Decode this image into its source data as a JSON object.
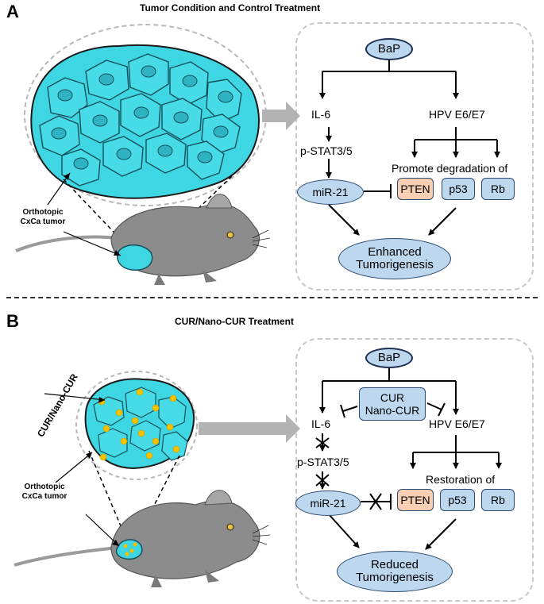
{
  "panel_a": {
    "letter": "A",
    "title": "Tumor Condition and Control Treatment",
    "tumor_label_line1": "Orthotopic",
    "tumor_label_line2": "CxCa tumor",
    "bap": "BaP",
    "il6": "IL-6",
    "hpv": "HPV E6/E7",
    "pstat": "p-STAT3/5",
    "promote": "Promote degradation of",
    "mir21": "miR-21",
    "pten": "PTEN",
    "p53": "p53",
    "rb": "Rb",
    "outcome_line1": "Enhanced",
    "outcome_line2": "Tumorigenesis"
  },
  "panel_b": {
    "letter": "B",
    "title": "CUR/Nano-CUR Treatment",
    "drug_label": "CUR/Nano-CUR",
    "tumor_label_line1": "Orthotopic",
    "tumor_label_line2": "CxCa tumor",
    "bap": "BaP",
    "cur_line1": "CUR",
    "cur_line2": "Nano-CUR",
    "il6": "IL-6",
    "hpv": "HPV E6/E7",
    "pstat": "p-STAT3/5",
    "restoration": "Restoration of",
    "mir21": "miR-21",
    "pten": "PTEN",
    "p53": "p53",
    "rb": "Rb",
    "outcome_line1": "Reduced",
    "outcome_line2": "Tumorigenesis"
  },
  "colors": {
    "node_fill": "#bcd7ee",
    "pten_fill": "#f8cfb3",
    "tumor_cyan": "#3ed6e2",
    "nanoparticle": "#f2c200",
    "mouse_gray": "#8c8c8c"
  }
}
